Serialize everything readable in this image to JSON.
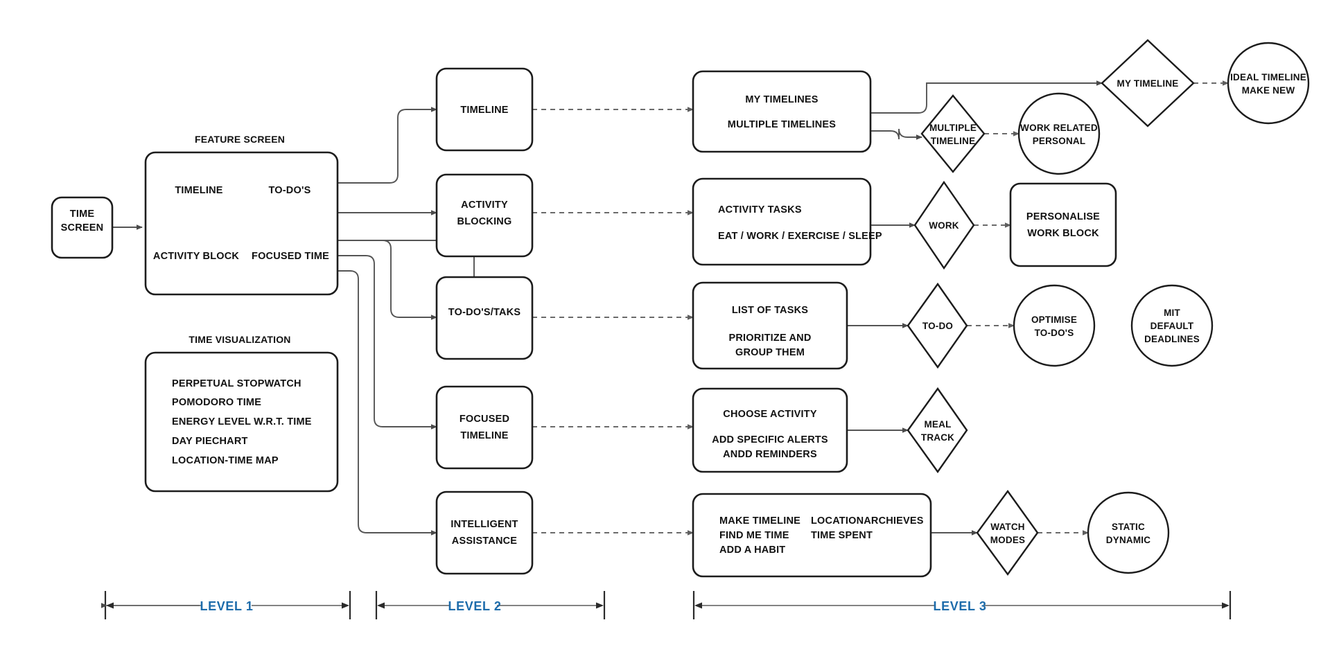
{
  "diagram": {
    "title": "Time App Feature Flowchart",
    "background": "#ffffff",
    "accent_blue": "#1d6cab",
    "stroke_dark": "#1c1c1c",
    "link_gray": "#555555"
  },
  "level1": {
    "start_node": {
      "lines": [
        "TIME",
        "SCREEN"
      ]
    },
    "feature_screen": {
      "caption": "FEATURE SCREEN",
      "items": [
        "TIMELINE",
        "TO-DO'S",
        "ACTIVITY BLOCK",
        "FOCUSED TIME"
      ]
    },
    "time_visualization": {
      "caption": "TIME VISUALIZATION",
      "items": [
        "PERPETUAL STOPWATCH",
        "POMODORO TIME",
        "ENERGY LEVEL W.R.T. TIME",
        "DAY PIECHART",
        "LOCATION-TIME MAP"
      ]
    }
  },
  "level2": {
    "nodes": [
      {
        "lines": [
          "TIMELINE"
        ]
      },
      {
        "lines": [
          "ACTIVITY",
          "BLOCKING"
        ]
      },
      {
        "lines": [
          "TO-DO'S/TAKS"
        ]
      },
      {
        "lines": [
          "FOCUSED",
          "TIMELINE"
        ]
      },
      {
        "lines": [
          "INTELLIGENT",
          "ASSISTANCE"
        ]
      }
    ]
  },
  "level3": {
    "row1": {
      "box": {
        "lines": [
          "MY TIMELINES",
          "MULTIPLE TIMELINES"
        ]
      },
      "diamond_a": {
        "lines": [
          "MULTIPLE",
          "TIMELINE"
        ]
      },
      "circle_a": {
        "lines": [
          "WORK RELATED",
          "PERSONAL"
        ]
      },
      "diamond_b": {
        "lines": [
          "MY TIMELINE"
        ]
      },
      "circle_b": {
        "lines": [
          "IDEAL TIMELINE",
          "MAKE NEW"
        ]
      }
    },
    "row2": {
      "box": {
        "lines": [
          "ACTIVITY TASKS",
          "EAT / WORK / EXERCISE / SLEEP"
        ]
      },
      "diamond": {
        "lines": [
          "WORK"
        ]
      },
      "endbox": {
        "lines": [
          "PERSONALISE",
          "WORK BLOCK"
        ]
      }
    },
    "row3": {
      "box": {
        "lines": [
          "LIST OF TASKS",
          "PRIORITIZE AND",
          "GROUP THEM"
        ]
      },
      "diamond": {
        "lines": [
          "TO-DO"
        ]
      },
      "circle_a": {
        "lines": [
          "OPTIMISE",
          "TO-DO'S"
        ]
      },
      "circle_b": {
        "lines": [
          "MIT",
          "DEFAULT",
          "DEADLINES"
        ]
      }
    },
    "row4": {
      "box": {
        "lines": [
          "CHOOSE ACTIVITY",
          "ADD SPECIFIC ALERTS",
          "ANDD REMINDERS"
        ]
      },
      "diamond": {
        "lines": [
          "MEAL",
          "TRACK"
        ]
      }
    },
    "row5": {
      "box": {
        "col_left": [
          "MAKE TIMELINE",
          "FIND ME TIME",
          "ADD A HABIT"
        ],
        "col_right": [
          "LOCATIONARCHIEVES",
          "TIME SPENT"
        ]
      },
      "diamond": {
        "lines": [
          "WATCH",
          "MODES"
        ]
      },
      "circle": {
        "lines": [
          "STATIC",
          "DYNAMIC"
        ]
      }
    }
  },
  "level_bands": [
    {
      "label": "LEVEL 1"
    },
    {
      "label": "LEVEL 2"
    },
    {
      "label": "LEVEL 3"
    }
  ]
}
